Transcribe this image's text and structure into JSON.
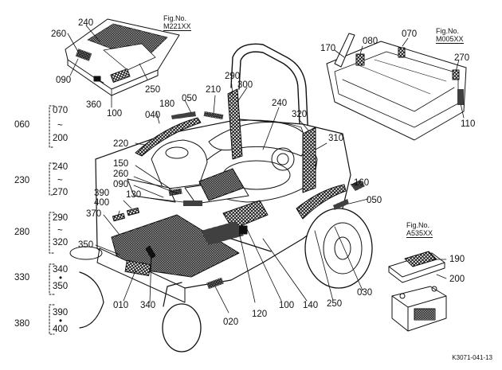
{
  "figure_refs": [
    {
      "caption": "Fig.No.",
      "code": "M221XX"
    },
    {
      "caption": "Fig.No.",
      "code": "M005XX"
    },
    {
      "caption": "Fig.No.",
      "code": "A535XX"
    }
  ],
  "groups": [
    {
      "label": "060",
      "top": "070",
      "sep": "~",
      "bottom": "200"
    },
    {
      "label": "230",
      "top": "240",
      "sep": "~",
      "bottom": "270"
    },
    {
      "label": "280",
      "top": "290",
      "sep": "~",
      "bottom": "320"
    },
    {
      "label": "330",
      "top": "340",
      "sep": "•",
      "bottom": "350"
    },
    {
      "label": "380",
      "top": "390",
      "sep": "•",
      "bottom": "400"
    }
  ],
  "callouts": [
    "240",
    "260",
    "090",
    "360",
    "100",
    "250",
    "040",
    "180",
    "050",
    "210",
    "290",
    "300",
    "240",
    "170",
    "080",
    "070",
    "270",
    "110",
    "220",
    "320",
    "310",
    "150",
    "260",
    "090",
    "390",
    "400",
    "130",
    "370",
    "160",
    "050",
    "350",
    "010",
    "340",
    "120",
    "100",
    "140",
    "020",
    "250",
    "030",
    "190",
    "200"
  ],
  "footer": "K3071-041-13"
}
